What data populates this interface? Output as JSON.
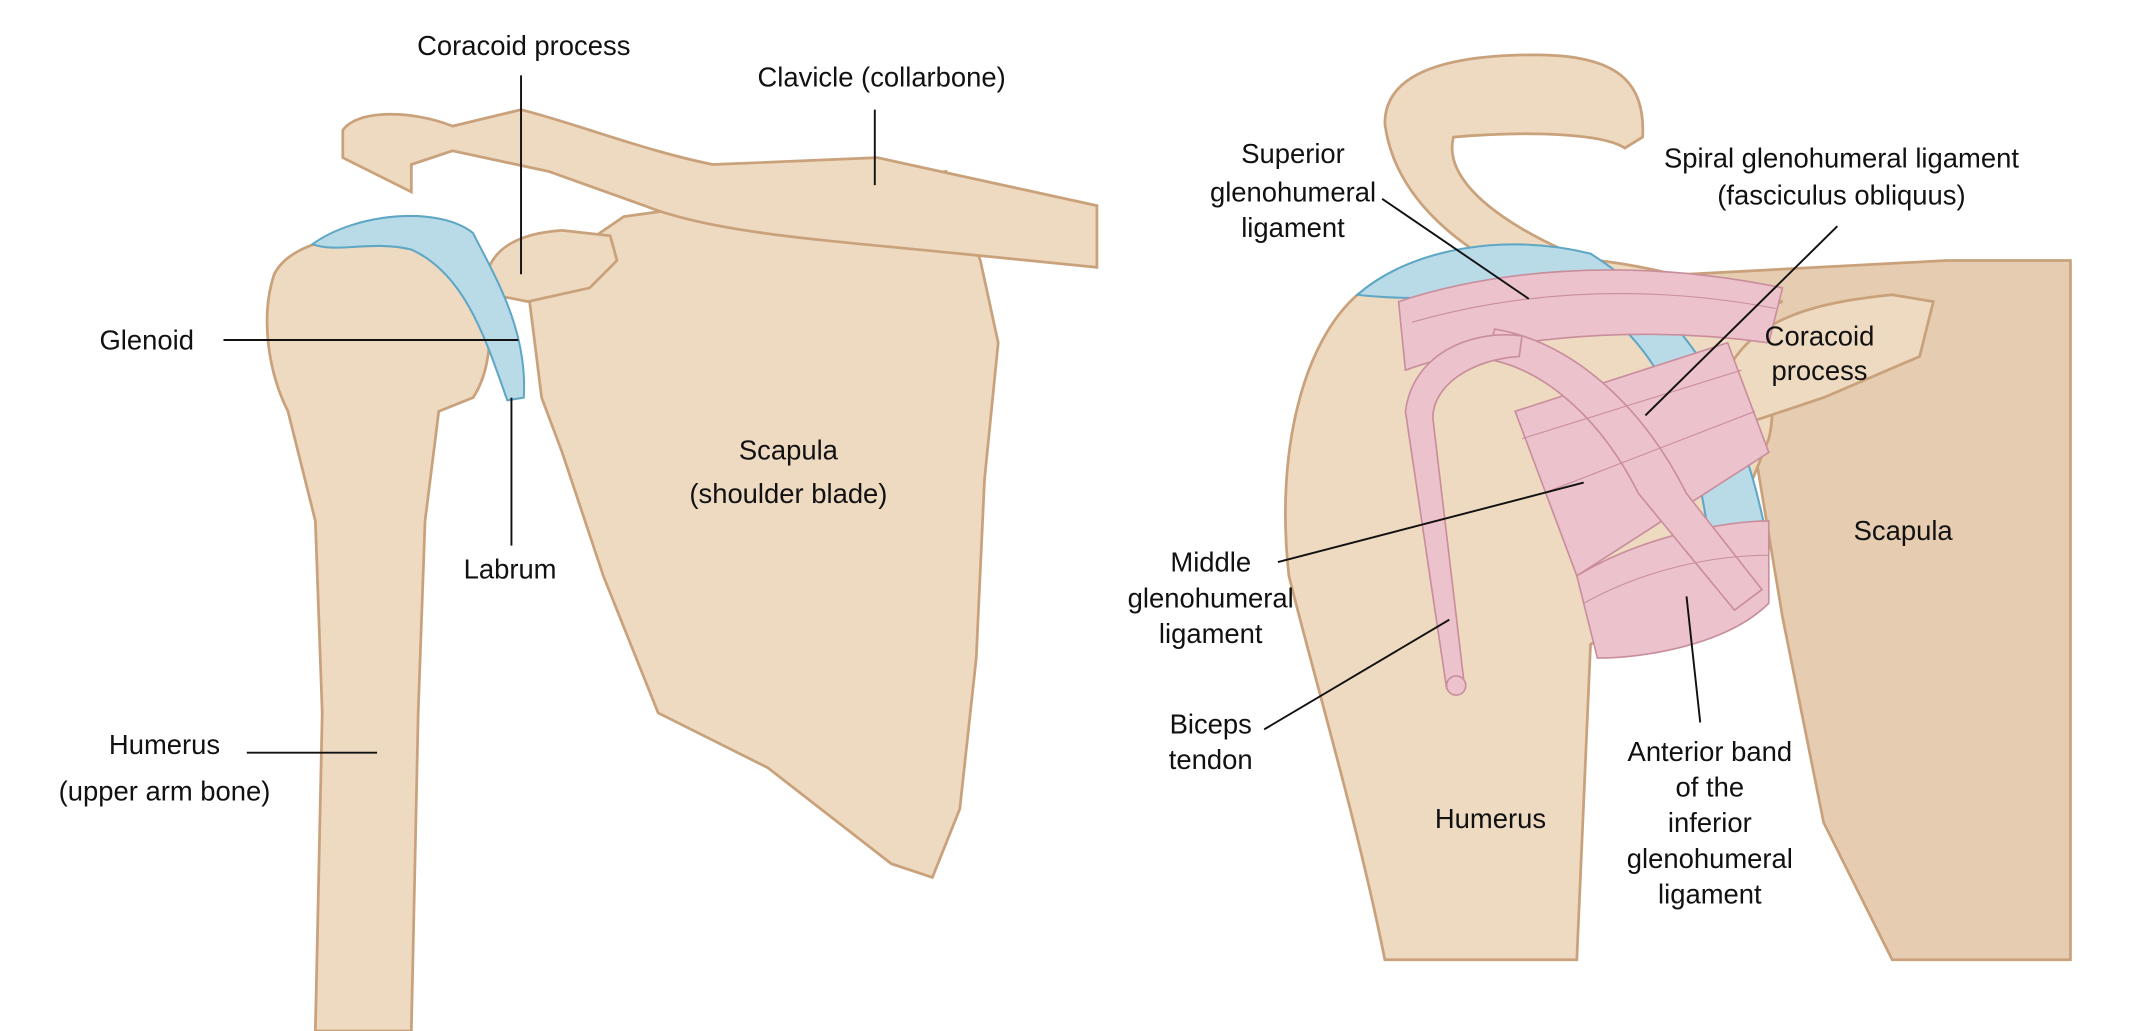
{
  "left_view": {
    "labels": {
      "coracoid": "Coracoid process",
      "clavicle": "Clavicle (collarbone)",
      "glenoid": "Glenoid",
      "labrum": "Labrum",
      "scapula_1": "Scapula",
      "scapula_2": "(shoulder blade)",
      "humerus_1": "Humerus",
      "humerus_2": "(upper arm bone)"
    }
  },
  "right_view": {
    "labels": {
      "superior_1": "Superior",
      "superior_2": "glenohumeral",
      "superior_3": "ligament",
      "spiral_1": "Spiral glenohumeral ligament",
      "spiral_2": "(fasciculus obliquus)",
      "coracoid_1": "Coracoid",
      "coracoid_2": "process",
      "scapula": "Scapula",
      "middle_1": "Middle",
      "middle_2": "glenohumeral",
      "middle_3": "ligament",
      "biceps_1": "Biceps",
      "biceps_2": "tendon",
      "humerus": "Humerus",
      "anterior_1": "Anterior band",
      "anterior_2": "of the",
      "anterior_3": "inferior",
      "anterior_4": "glenohumeral",
      "anterior_5": "ligament"
    }
  },
  "colors": {
    "bone": "#eed9c1",
    "cartilage": "#b9dbe8",
    "ligament": "#ecc2cc"
  }
}
